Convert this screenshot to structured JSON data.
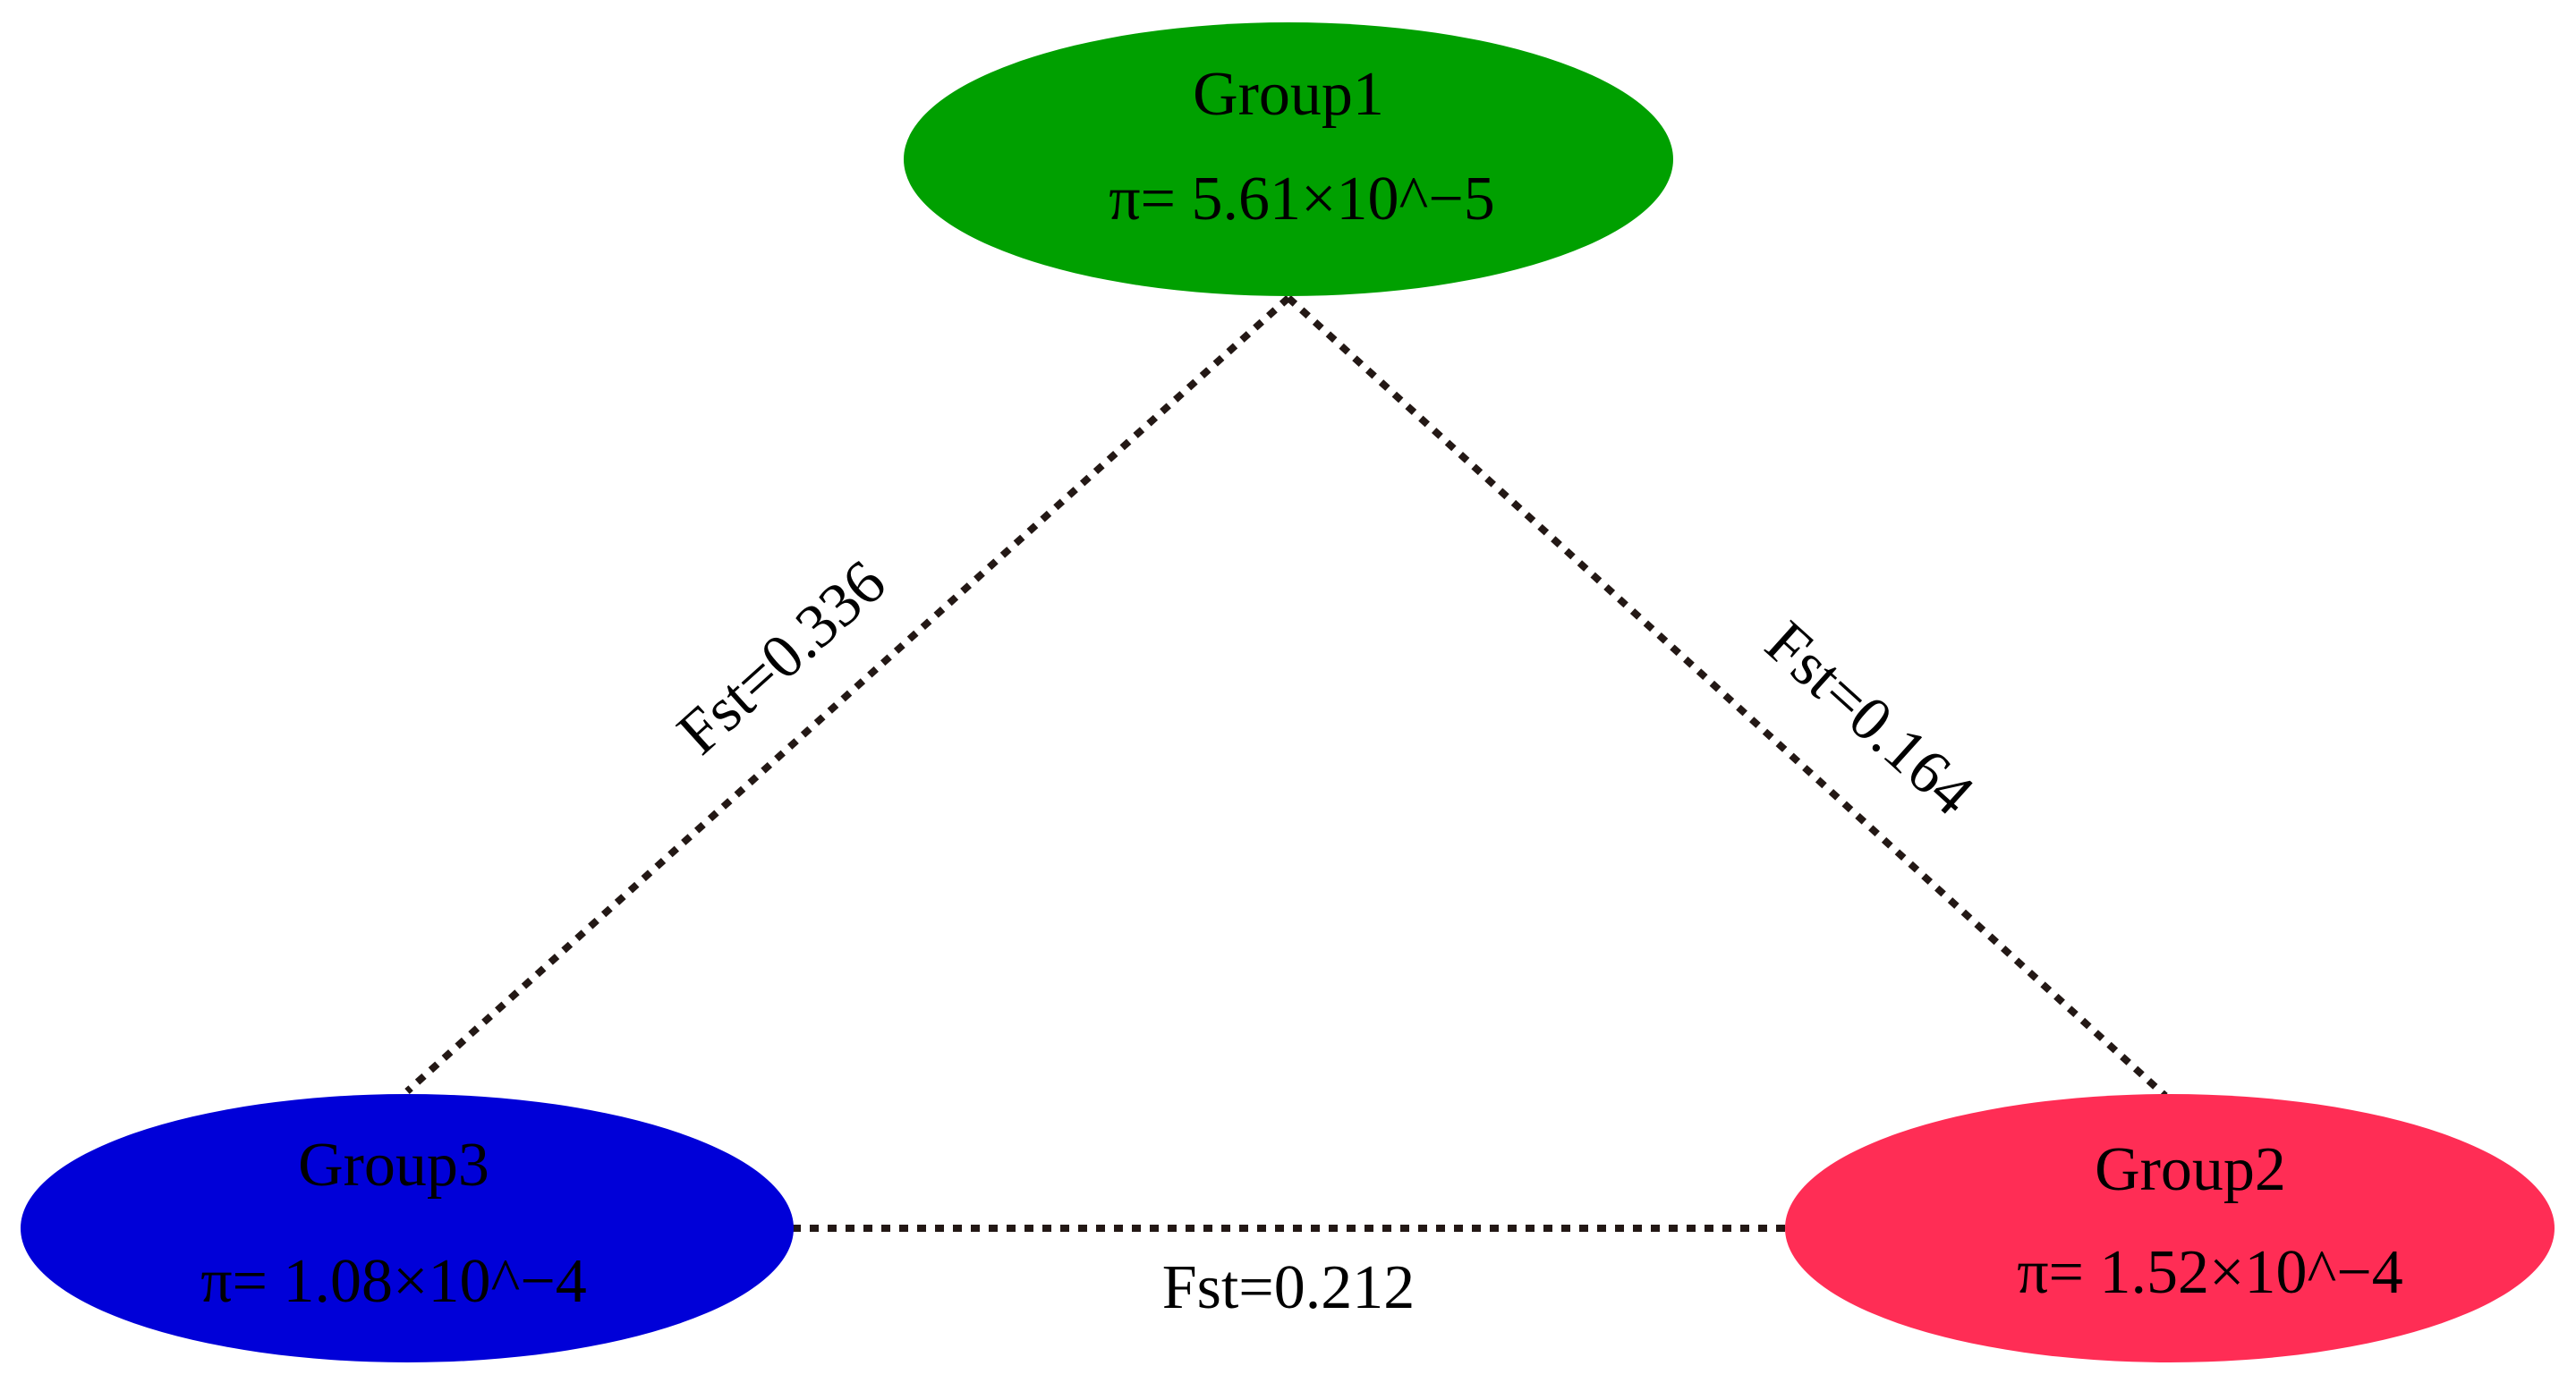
{
  "nodes": {
    "group1": {
      "name": "Group1",
      "pi": "π= 5.61×10^−5",
      "color": "#00a000"
    },
    "group2": {
      "name": "Group2",
      "pi": "π= 1.52×10^−4",
      "color": "#ff2d55"
    },
    "group3": {
      "name": "Group3",
      "pi": "π= 1.08×10^−4",
      "color": "#0000d8"
    }
  },
  "edges": {
    "g1_g3": {
      "label": "Fst=0.336"
    },
    "g1_g2": {
      "label": "Fst=0.164"
    },
    "g3_g2": {
      "label": "Fst=0.212"
    }
  },
  "line_color": "#231815"
}
